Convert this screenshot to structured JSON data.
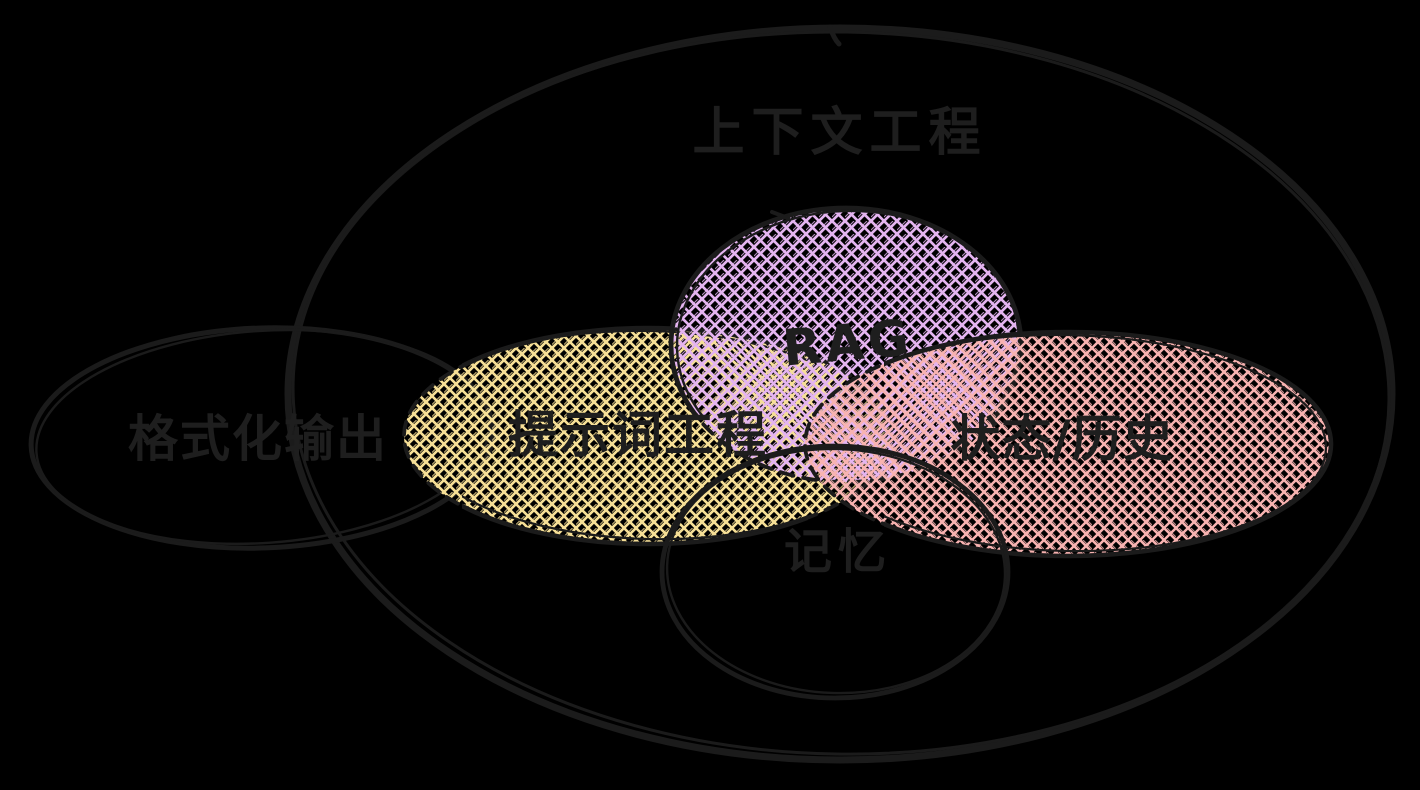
{
  "diagram": {
    "type": "venn",
    "title": "上下文工程",
    "background_color": "#000000",
    "outer_fill": "#f4f5f7",
    "stroke_color": "#1b1b1b",
    "text_color": "#1e1e1e",
    "sets": [
      {
        "id": "formatted-output",
        "label": "格式化输出",
        "color": "#9fcff2"
      },
      {
        "id": "prompt-engineering",
        "label": "提示词工程",
        "color": "#f6df96"
      },
      {
        "id": "rag",
        "label": "RAG",
        "color": "#e4b4f0"
      },
      {
        "id": "state-history",
        "label": "状态/历史",
        "color": "#f8b3b1"
      },
      {
        "id": "memory",
        "label": "记忆",
        "color": "#9fe4b1"
      }
    ]
  }
}
